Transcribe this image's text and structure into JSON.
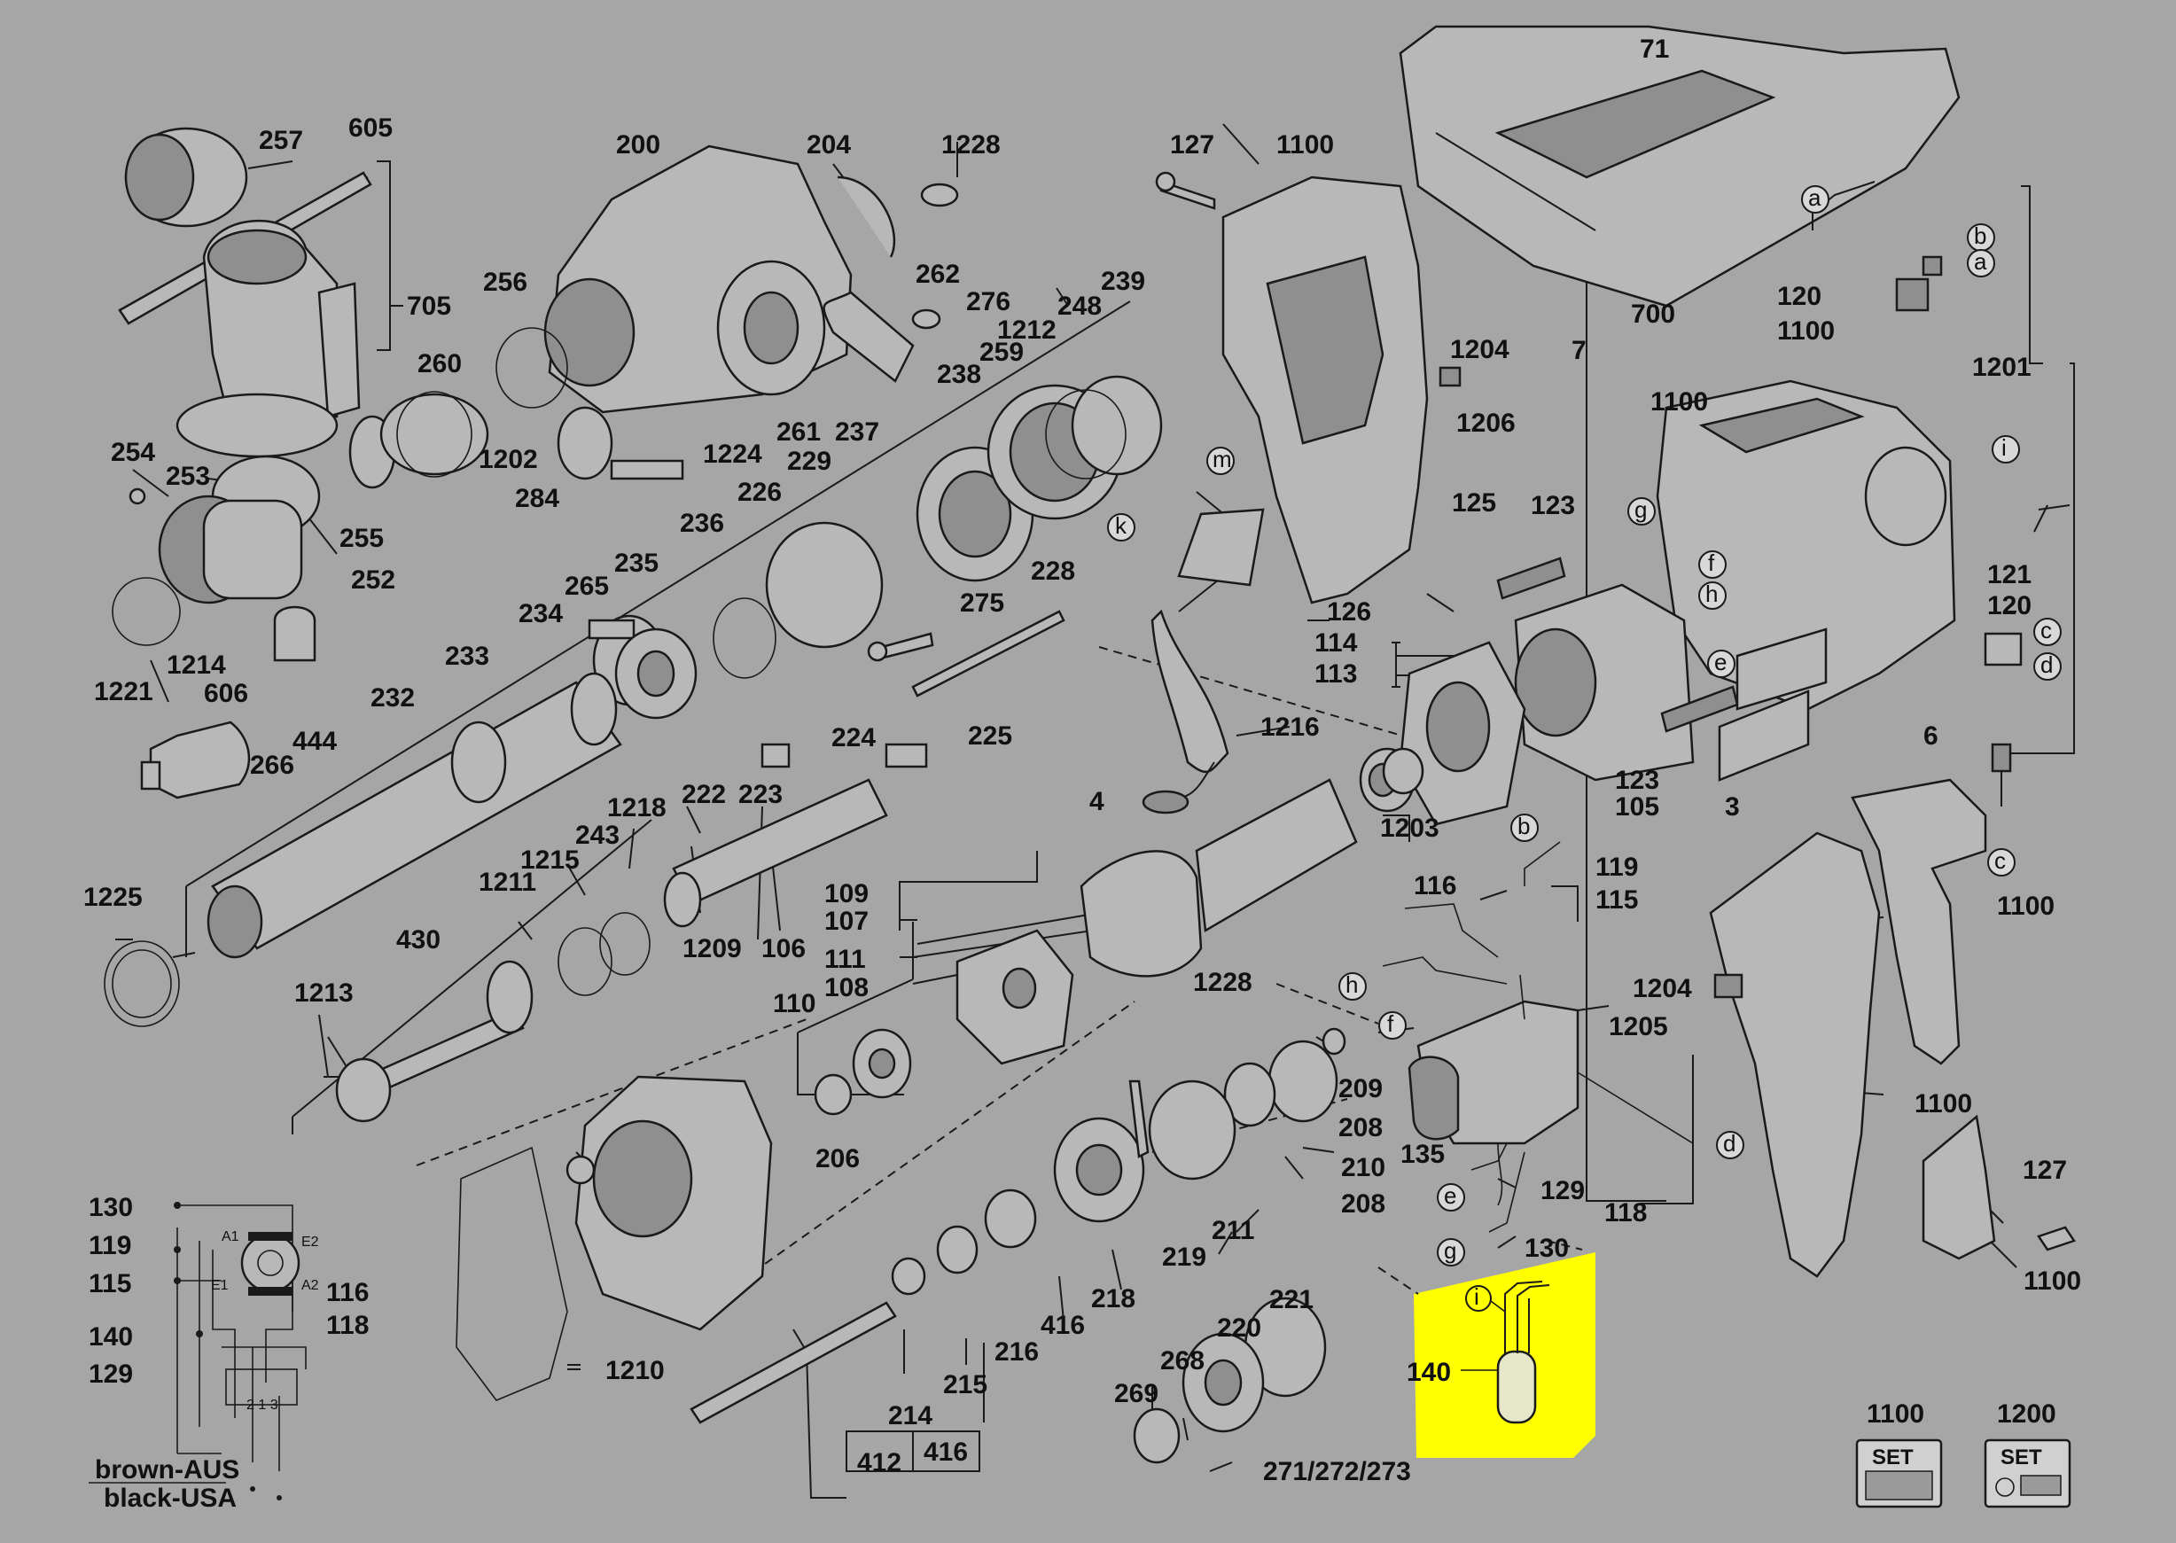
{
  "labels": {
    "l257": "257",
    "l605": "605",
    "l705": "705",
    "l254": "254",
    "l253": "253",
    "l255": "255",
    "l252": "252",
    "l1214": "1214",
    "l1221": "1221",
    "l606": "606",
    "l200": "200",
    "l204": "204",
    "l1228a": "1228",
    "l262": "262",
    "l276": "276",
    "l256": "256",
    "l260": "260",
    "l1202": "1202",
    "l284": "284",
    "l1224": "1224",
    "l261": "261",
    "l237": "237",
    "l229": "229",
    "l238": "238",
    "l259": "259",
    "l1212": "1212",
    "l248": "248",
    "l239": "239",
    "l226": "226",
    "l236": "236",
    "l235": "235",
    "l265": "265",
    "l234": "234",
    "l233": "233",
    "l232": "232",
    "l266": "266",
    "l444": "444",
    "l228": "228",
    "l275": "275",
    "l224": "224",
    "l225": "225",
    "l222": "222",
    "l223": "223",
    "l1218": "1218",
    "l1215": "1215",
    "l243": "243",
    "l1211": "1211",
    "l430": "430",
    "l1225": "1225",
    "l1213": "1213",
    "l1209": "1209",
    "l106": "106",
    "l109": "109",
    "l107": "107",
    "l111": "111",
    "l108": "108",
    "l110": "110",
    "l206": "206",
    "l1210": "1210",
    "l127a": "127",
    "l1100a": "1100",
    "l1204a": "1204",
    "l1206": "1206",
    "l125": "125",
    "l126": "126",
    "l1216": "1216",
    "l4": "4",
    "l114": "114",
    "l113": "113",
    "l123a": "123",
    "l123b": "123",
    "l105": "105",
    "l3": "3",
    "l6": "6",
    "l7": "7",
    "l1100b": "1100",
    "l1100c": "1100",
    "l71": "71",
    "l700": "700",
    "l120a": "120",
    "l1201": "1201",
    "l121": "121",
    "l120b": "120",
    "l1203": "1203",
    "l1228b": "1228",
    "l119a": "119",
    "l116a": "116",
    "l115a": "115",
    "l1205": "1205",
    "l135": "135",
    "l129a": "129",
    "l118a": "118",
    "l130a": "130",
    "l140a": "140",
    "l209": "209",
    "l208a": "208",
    "l210": "210",
    "l208b": "208",
    "l211": "211",
    "l219": "219",
    "l218": "218",
    "l416a": "416",
    "l216": "216",
    "l215": "215",
    "l214": "214",
    "l412": "412",
    "l416b": "416",
    "l221": "221",
    "l220": "220",
    "l268": "268",
    "l269": "269",
    "l271": "271/272/273",
    "l1100d": "1100",
    "l1204b": "1204",
    "l1100e": "1100",
    "l127b": "127",
    "l1100f": "1100",
    "l130b": "130",
    "l119b": "119",
    "l115b": "115",
    "l140b": "140",
    "l129b": "129",
    "l116b": "116",
    "l118b": "118",
    "m1": "m",
    "k1": "k",
    "a1": "a",
    "b1": "b",
    "a2": "a",
    "i1": "i",
    "g1": "g",
    "f1": "f",
    "h1": "h",
    "e1": "e",
    "c1": "c",
    "d1": "d",
    "c2": "c",
    "b2": "b",
    "h2": "h",
    "f2": "f",
    "d2": "d",
    "e2": "e",
    "g2": "g",
    "i2": "i",
    "A1": "A1",
    "E2": "E2",
    "E1": "E1",
    "A2": "A2",
    "n213": "2 1 3",
    "brown": "brown-AUS",
    "black": "black-USA",
    "set1": "1100",
    "set2": "1200",
    "set1txt": "SET",
    "set2txt": "SET"
  },
  "colors": {
    "background": "#a6a6a6",
    "highlight": "#ffff00",
    "ink": "#1a1a1a"
  }
}
